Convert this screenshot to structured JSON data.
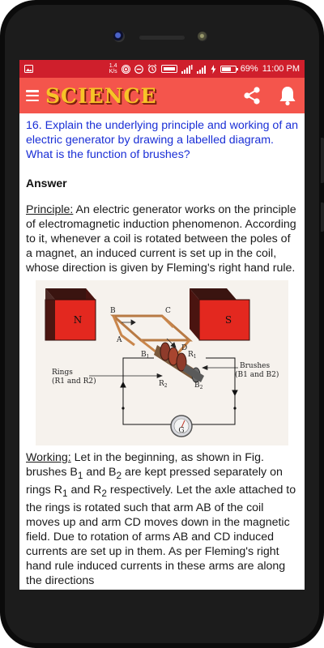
{
  "status_bar": {
    "speed": "1.4",
    "speed_unit": "K/s",
    "battery": "69%",
    "battery_level": 0.69,
    "time": "11:00 PM"
  },
  "app_bar": {
    "title": "SCIENCE",
    "title_color": "#f7c427",
    "bar_color": "#f4554c"
  },
  "question": "16. Explain the underlying principle and working of an electric generator by drawing a labelled diagram. What is the function of brushes?",
  "answer_heading": "Answer",
  "principle": {
    "label": "Principle:",
    "text": " An electric generator works on the principle of electromagnetic induction phenomenon. According to it, whenever a coil is rotated between the poles of a magnet, an induced current is set up in the coil, whose direction is given by Fleming's right hand rule."
  },
  "figure": {
    "magnet_n": "N",
    "magnet_s": "S",
    "label_a": "A",
    "label_b": "B",
    "label_c": "C",
    "label_d": "D",
    "label_b1": "B",
    "label_b1_sub": "1",
    "label_r1": "R",
    "label_r1_sub": "1",
    "label_r2": "R",
    "label_r2_sub": "2",
    "label_b2": "B",
    "label_b2_sub": "2",
    "rings_line1": "Rings",
    "rings_line2": "(R1 and R2)",
    "brushes_line1": "Brushes",
    "brushes_line2": "(B1 and B2)",
    "galvanometer": "G"
  },
  "working": {
    "label": "Working:",
    "text_1": " Let in the beginning, as shown in Fig. brushes B",
    "sub_1": "1",
    "text_2": " and B",
    "sub_2": "2",
    "text_3": " are kept pressed separately on rings R",
    "sub_3": "1",
    "text_4": " and R",
    "sub_4": "2",
    "text_5": " respectively. Let the axle attached to the rings is rotated such that arm AB of the coil moves up and arm CD moves down in the magnetic field. Due to rotation of arms AB and CD induced currents are set up in them. As per Fleming's right hand rule induced currents in these arms are along the directions"
  }
}
